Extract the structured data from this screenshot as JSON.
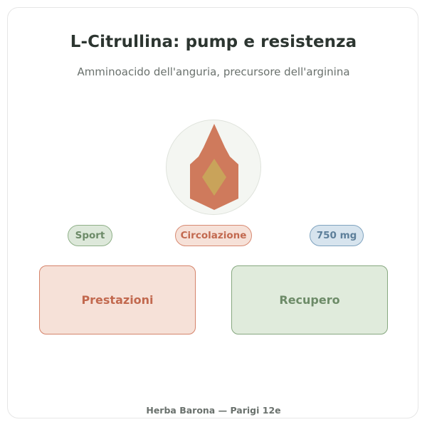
{
  "header": {
    "title": "L-Citrullina: pump e resistenza",
    "subtitle": "Amminoacido dell'anguria, precursore dell'arginina"
  },
  "emblem": {
    "icon": "flame-icon",
    "colors": {
      "outer_flame": "#cf7a5c",
      "inner_diamond": "#c9a35a",
      "circle_fill": "#f4f6f2"
    }
  },
  "tags": {
    "sport": "Sport",
    "circulation": "Circolazione",
    "dose": "750 mg"
  },
  "benefits": {
    "performance": "Prestazioni",
    "recovery": "Recupero"
  },
  "footer": {
    "text": "Herba Barona — Parigi 12e"
  },
  "colors": {
    "terracotta": "#c2694f",
    "sage": "#6d8b68",
    "steel_blue": "#5d7f9a"
  }
}
